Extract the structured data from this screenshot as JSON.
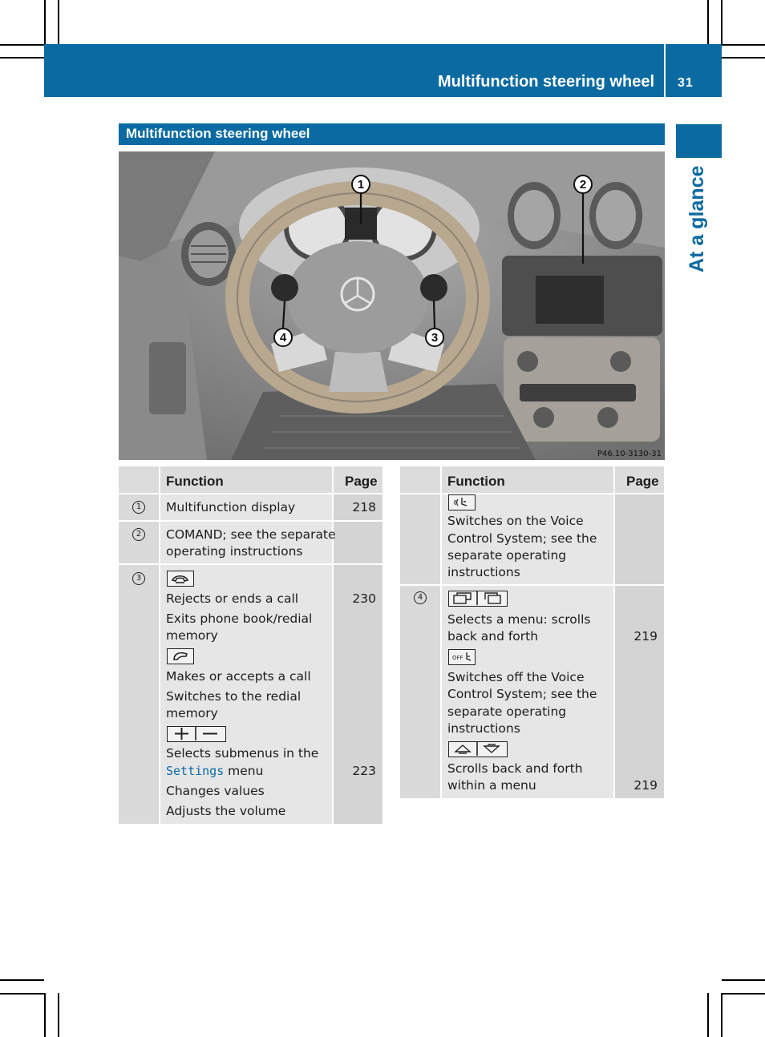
{
  "header": {
    "title": "Multifunction steering wheel",
    "page_number": "31"
  },
  "side_tab": {
    "label": "At a glance"
  },
  "section": {
    "title": "Multifunction steering wheel"
  },
  "photo": {
    "callouts": [
      "1",
      "2",
      "3",
      "4"
    ],
    "code": "P46.10-3130-31"
  },
  "table_left": {
    "col_function": "Function",
    "col_page": "Page",
    "rows": [
      {
        "num": "1",
        "text": "Multifunction display",
        "page": "218"
      },
      {
        "num": "2",
        "text_line1": "COMAND; see the separate",
        "text_line2": "operating instructions"
      },
      {
        "num": "3",
        "icon1": "end-call-icon",
        "l1": "Rejects or ends a call",
        "p1": "230",
        "l2a": "Exits phone book/redial",
        "l2b": "memory",
        "icon2": "accept-call-icon",
        "l3": "Makes or accepts a call",
        "l4a": "Switches to the redial",
        "l4b": "memory",
        "icon3": "plus-minus-icon",
        "l5a": "Selects submenus in the",
        "l5b_code": "Settings",
        "l5b_rest": " menu",
        "p5": "223",
        "l6": "Changes values",
        "l7": "Adjusts the volume"
      }
    ]
  },
  "table_right": {
    "col_function": "Function",
    "col_page": "Page",
    "rows": [
      {
        "icon": "voice-control-icon",
        "l1": "Switches on the Voice",
        "l2": "Control System; see the",
        "l3": "separate operating",
        "l4": "instructions"
      },
      {
        "num": "4",
        "icon1": "menu-back-forth-icon",
        "l1": "Selects a menu: scrolls",
        "l2": "back and forth",
        "p1": "219",
        "icon2": "voice-off-icon",
        "l3": "Switches off the Voice",
        "l4": "Control System; see the",
        "l5": "separate operating",
        "l6": "instructions",
        "icon3": "scroll-up-down-icon",
        "l7": "Scrolls back and forth",
        "l8": "within a menu",
        "p2": "219"
      }
    ]
  }
}
